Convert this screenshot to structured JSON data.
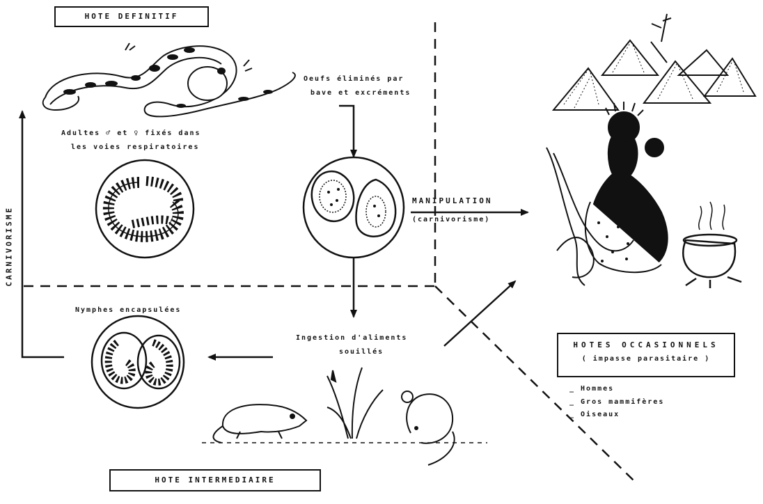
{
  "hosts": {
    "definitif": "HOTE DEFINITIF",
    "intermediaire": "HOTE INTERMEDIAIRE",
    "occasionnels_title": "HOTES OCCASIONNELS",
    "occasionnels_subtitle": "( impasse parasitaire )",
    "occasionnels_list": [
      "_ Hommes",
      "_ Gros mammifères",
      "_ Oiseaux"
    ]
  },
  "labels": {
    "adults_line1": "Adultes ♂ et ♀ fixés dans",
    "adults_line2": "les voies respiratoires",
    "eggs_line1": "Oeufs éliminés par",
    "eggs_line2": "bave et excréments",
    "manipulation": "MANIPULATION",
    "carnivorisme_paren": "(carnivorisme)",
    "ingestion_line1": "Ingestion d'aliments",
    "ingestion_line2": "souillés",
    "nymphs": "Nymphes encapsulées",
    "carnivorisme_vertical": "CARNIVORISME"
  },
  "icons": [
    "snake-icon",
    "adult-worm-icon",
    "egg-icon",
    "nymph-icon",
    "village-huts-icon",
    "person-icon",
    "cooking-pot-icon",
    "rat-icon",
    "mouse-icon",
    "grass-icon"
  ]
}
